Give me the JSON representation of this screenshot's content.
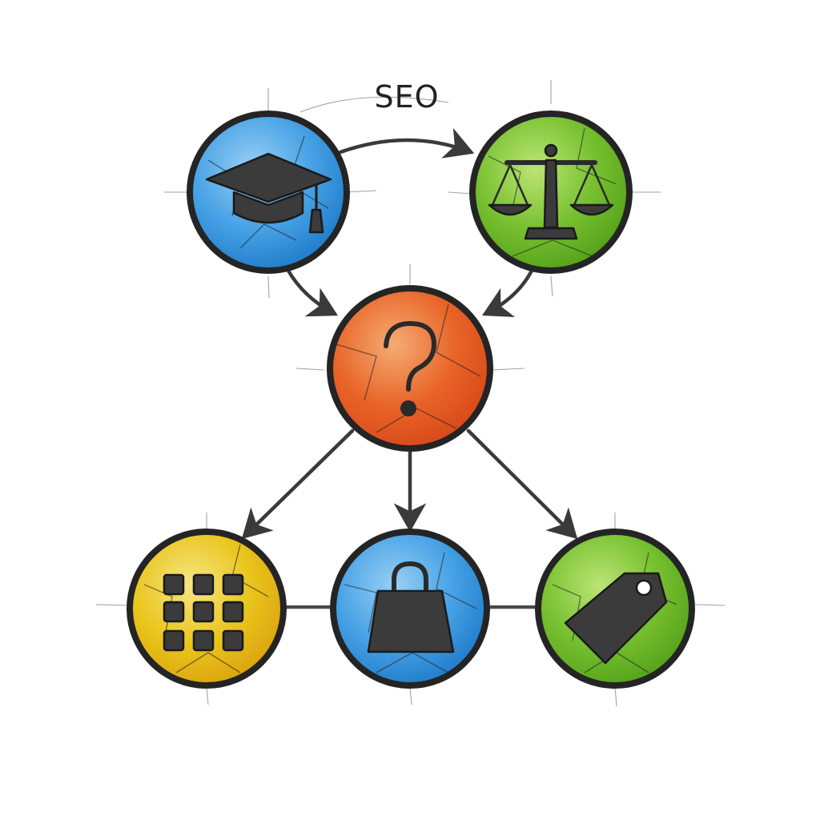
{
  "diagram": {
    "label": "SEO",
    "colors": {
      "blue": "#4aa8ee",
      "green": "#7cc832",
      "orange": "#f2692a",
      "yellow": "#f3cd1e",
      "outline": "#262626",
      "arrow": "#3a3a3a"
    },
    "nodes": [
      {
        "id": "education",
        "icon": "graduation-cap-icon",
        "color": "blue"
      },
      {
        "id": "legal",
        "icon": "scales-of-justice-icon",
        "color": "green"
      },
      {
        "id": "question",
        "icon": "question-mark-icon",
        "color": "orange"
      },
      {
        "id": "catalog",
        "icon": "grid-icon",
        "color": "yellow"
      },
      {
        "id": "shopping",
        "icon": "shopping-bag-icon",
        "color": "blue"
      },
      {
        "id": "pricing",
        "icon": "price-tag-icon",
        "color": "green"
      }
    ],
    "edges": [
      {
        "from": "education",
        "to": "legal",
        "type": "arrow"
      },
      {
        "from": "education",
        "to": "question",
        "type": "arrow"
      },
      {
        "from": "legal",
        "to": "question",
        "type": "arrow"
      },
      {
        "from": "question",
        "to": "catalog",
        "type": "arrow"
      },
      {
        "from": "question",
        "to": "shopping",
        "type": "arrow"
      },
      {
        "from": "question",
        "to": "pricing",
        "type": "arrow"
      },
      {
        "from": "catalog",
        "to": "shopping",
        "type": "line"
      },
      {
        "from": "shopping",
        "to": "pricing",
        "type": "line"
      }
    ]
  }
}
